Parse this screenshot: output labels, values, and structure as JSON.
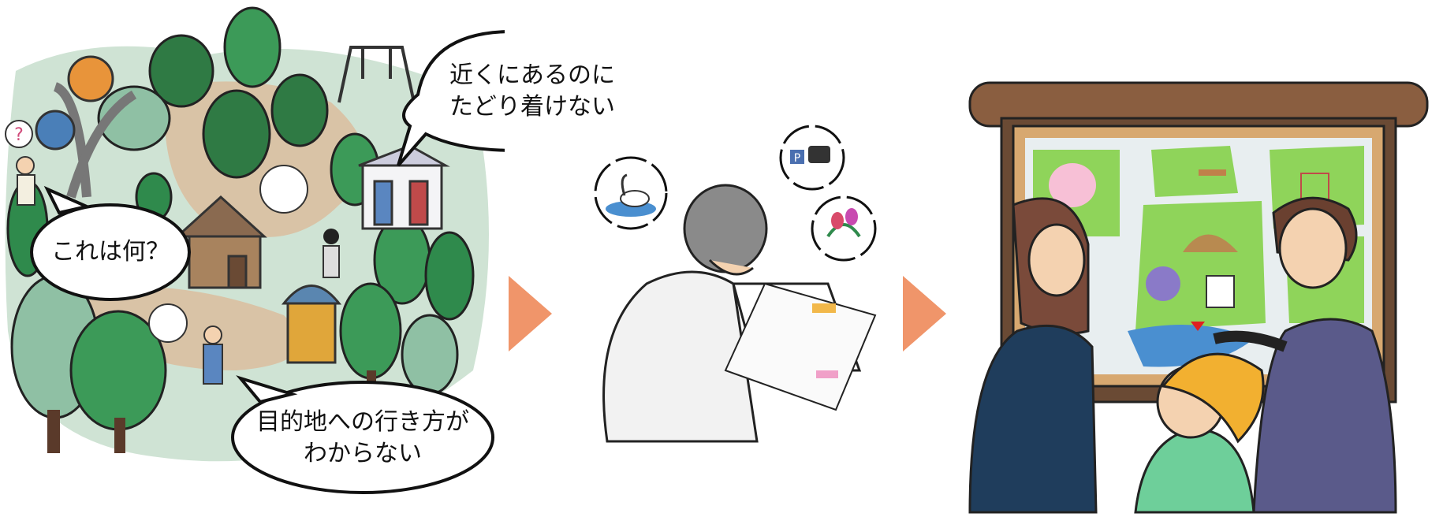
{
  "bubbles": {
    "near_line1": "近くにあるのに",
    "near_line2": "たどり着けない",
    "what": "これは何？",
    "route_line1": "目的地への行き方が",
    "route_line2": "わからない"
  },
  "colors": {
    "arrow": "#f0956a",
    "tree_dark": "#2f8a4c",
    "tree_light": "#8fc0a4",
    "board_frame": "#7a5a44",
    "map_grass": "#8fd45a",
    "map_path": "#e8eef0",
    "water": "#4a8fd0"
  }
}
